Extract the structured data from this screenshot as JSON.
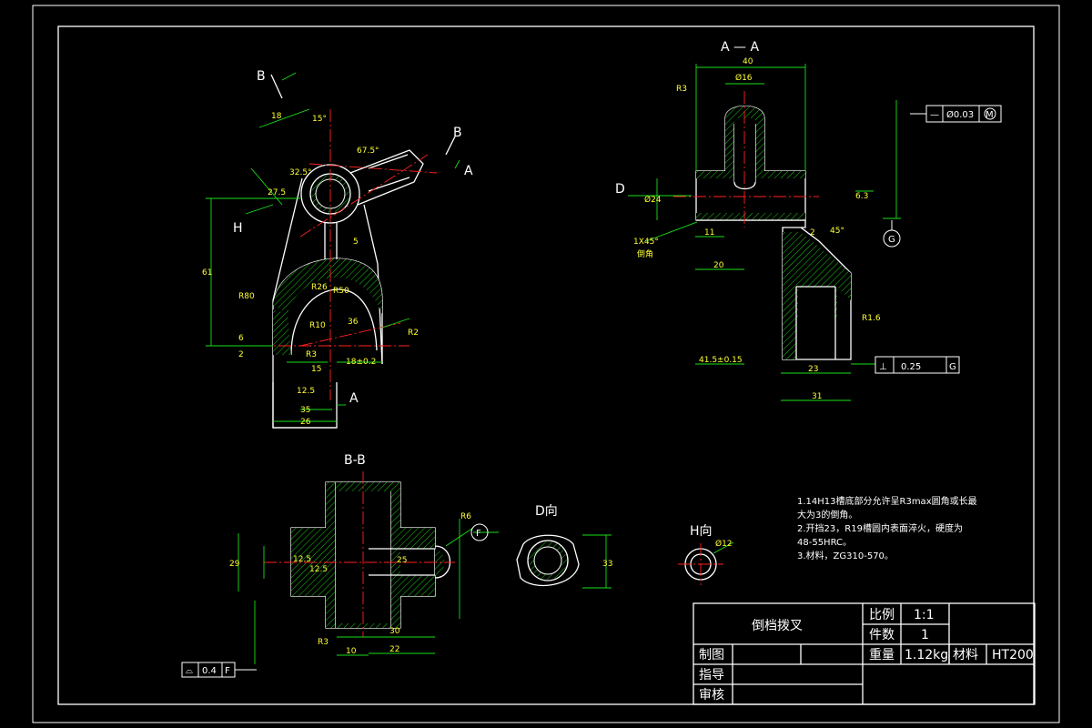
{
  "views": {
    "aa": {
      "title": "A — A"
    },
    "bb": {
      "title": "B-B"
    },
    "d": {
      "title": "D向"
    },
    "h": {
      "title": "H向"
    }
  },
  "section_marks": {
    "b": "B",
    "a": "A",
    "h": "H",
    "d": "D",
    "f": "F",
    "g": "G"
  },
  "dimensions": {
    "main": [
      "18",
      "15°",
      "32.5°",
      "67.5°",
      "27.5",
      "5",
      "61",
      "R80",
      "R26",
      "R50",
      "R10",
      "36",
      "R2",
      "6",
      "2",
      "15",
      "18±0.2",
      "12.5",
      "35",
      "26",
      "R3"
    ],
    "aa": [
      "40",
      "Ø16",
      "Ø24",
      "R3",
      "1X45°",
      "倒角",
      "11",
      "20",
      "6.3",
      "2",
      "45°",
      "R1.6",
      "41.5±0.15",
      "23",
      "31"
    ],
    "bb": [
      "R6",
      "29",
      "12.5",
      "12.5",
      "25",
      "30",
      "10",
      "22",
      "R3"
    ],
    "d": [
      "33"
    ],
    "h": [
      "Ø12"
    ]
  },
  "tolerances": {
    "flatness": {
      "value": "0.4",
      "datum": "F"
    },
    "cylindricity": {
      "value": "Ø0.03",
      "datum": "M"
    },
    "perpendicularity": {
      "value": "0.25",
      "datum": "G"
    }
  },
  "notes": [
    "1.14H13槽底部分允许呈R3max圆角或长最",
    "大为3的倒角。",
    "2.开挡23，R19槽圆内表面淬火，硬度为",
    "48-55HRC。",
    "3.材料，ZG310-570。"
  ],
  "title_block": {
    "part_name": "倒档拨叉",
    "scale_label": "比例",
    "scale_value": "1:1",
    "qty_label": "件数",
    "qty_value": "1",
    "weight_label": "重量",
    "weight_value": "1.12kg",
    "material_label": "材料",
    "material_value": "HT200",
    "drawn_by": "制图",
    "instructor": "指导",
    "reviewer": "审核"
  },
  "colors": {
    "background": "#000000",
    "outline": "#ffffff",
    "dimension": "#18e018",
    "centerline": "#ff2020",
    "annotation_text": "#ffff33"
  }
}
